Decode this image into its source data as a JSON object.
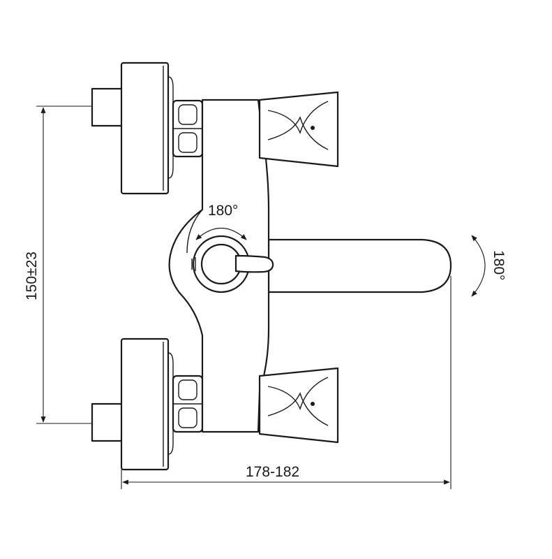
{
  "dimensions": {
    "height_spacing": "150±23",
    "width_range": "178-182",
    "spout_rotation": "180°",
    "lever_rotation": "180°"
  },
  "colors": {
    "line": "#1a1a1a",
    "background": "#ffffff"
  }
}
